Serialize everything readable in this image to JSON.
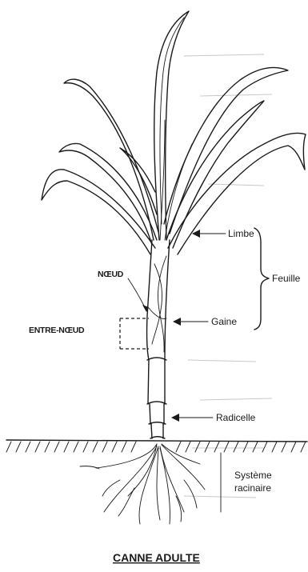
{
  "diagram": {
    "title": "CANNE ADULTE",
    "labels": {
      "noeud": "NŒUD",
      "entre_noeud": "ENTRE-NŒUD",
      "limbe": "Limbe",
      "gaine": "Gaine",
      "feuille": "Feuille",
      "radicelle": "Radicelle",
      "systeme_line1": "Système",
      "systeme_line2": "racinaire"
    },
    "colors": {
      "ink": "#1a1a1a",
      "paper": "#ffffff"
    }
  }
}
